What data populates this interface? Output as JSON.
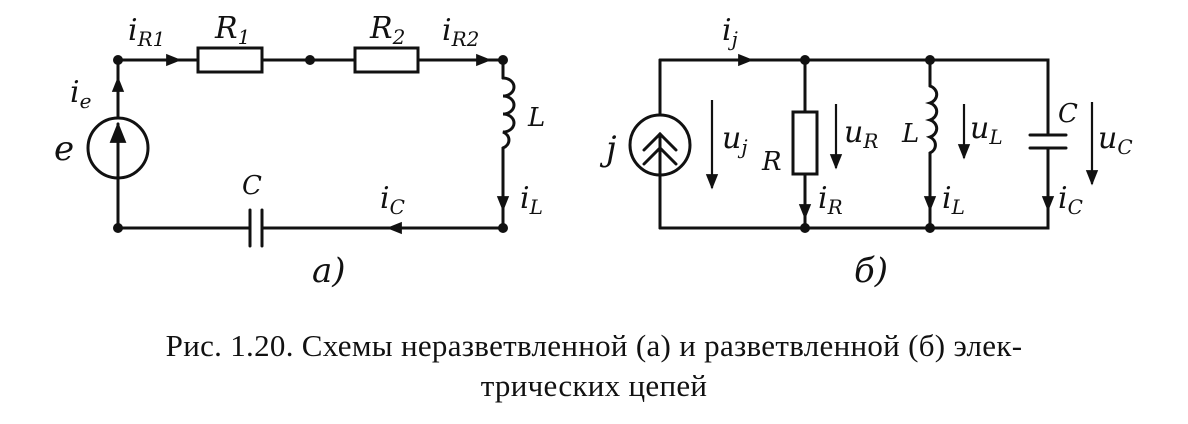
{
  "circuit_a": {
    "sublabel": "а)",
    "labels": {
      "i_e": "i",
      "i_e_sub": "e",
      "e": "e",
      "i_R1": "i",
      "i_R1_sub": "R1",
      "R1": "R",
      "R1_sub": "1",
      "R2": "R",
      "R2_sub": "2",
      "i_R2": "i",
      "i_R2_sub": "R2",
      "L": "L",
      "i_L": "i",
      "i_L_sub": "L",
      "C": "C",
      "i_C": "i",
      "i_C_sub": "C"
    }
  },
  "circuit_b": {
    "sublabel": "б)",
    "labels": {
      "i_j": "i",
      "i_j_sub": "j",
      "j": "j",
      "u_j": "u",
      "u_j_sub": "j",
      "R": "R",
      "u_R": "u",
      "u_R_sub": "R",
      "i_R": "i",
      "i_R_sub": "R",
      "L": "L",
      "u_L": "u",
      "u_L_sub": "L",
      "i_L": "i",
      "i_L_sub": "L",
      "C": "C",
      "u_C": "u",
      "u_C_sub": "C",
      "i_C": "i",
      "i_C_sub": "C"
    }
  },
  "caption": {
    "line1": "Рис. 1.20. Схемы неразветвленной (а) и разветвленной (б)  элек-",
    "line2": "трических цепей"
  }
}
